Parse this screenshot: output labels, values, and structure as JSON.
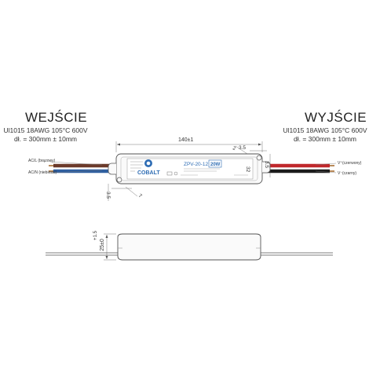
{
  "input": {
    "title": "WEJŚCIE",
    "spec1": "Ul1015 18AWG 105°C 600V",
    "spec2": "dł. = 300mm ± 10mm",
    "wire_l": "AC/L (brązowy)",
    "wire_n": "AC/N (niebieski)"
  },
  "output": {
    "title": "WYJŚCIE",
    "spec1": "Ul1015 18AWG 105°C 600V",
    "spec2": "dł. = 300mm ± 10mm",
    "wire_pos": "V⁺(czerwony)",
    "wire_neg": "V⁻(czarny)"
  },
  "dims": {
    "length": "140±1",
    "d35_top": "3.5",
    "d2": "2",
    "d35_right": "3.5",
    "d32": "32",
    "d35_left": "3.5",
    "d7": "7",
    "height": "25±0",
    "height_tol": "+1.5"
  },
  "label": {
    "brand": "COBALT",
    "model": "ZPV-20-12",
    "power": "20W"
  },
  "colors": {
    "brown": "#6b3a2a",
    "blue": "#2f5fa0",
    "red": "#c0282c",
    "black": "#1c1c1c",
    "brand": "#2f6db4"
  }
}
